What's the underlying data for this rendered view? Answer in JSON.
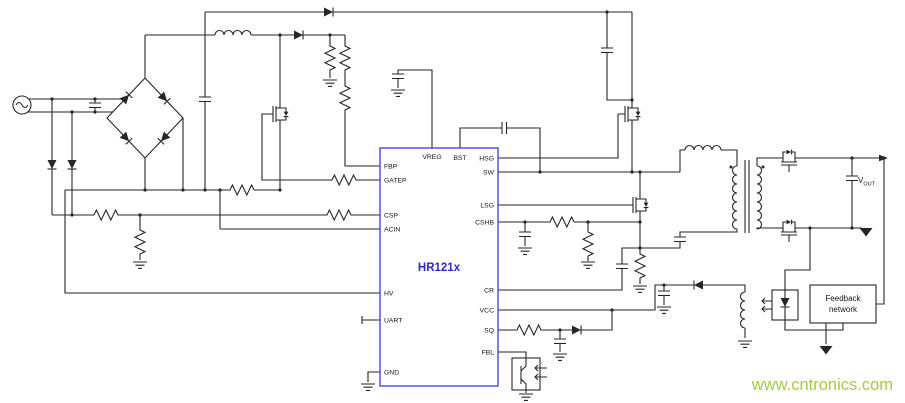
{
  "ic": {
    "name": "HR121x",
    "pin_top": "VREG",
    "pin_bst": "BST",
    "pins_left": [
      "FBP",
      "GATEP",
      "CSP",
      "ACIN",
      "HV",
      "UART",
      "GND"
    ],
    "pins_right": [
      "HSG",
      "SW",
      "LSG",
      "CSHB",
      "CR",
      "VCC",
      "SQ",
      "FBL"
    ]
  },
  "labels": {
    "vout_main": "V",
    "vout_sub": "OUT",
    "feedback_line1": "Feedback",
    "feedback_line2": "network"
  },
  "watermark": "www.cntronics.com",
  "colors": {
    "wire": "#262626",
    "ic_border": "#4646e0",
    "ic_text": "#2b2bd0",
    "watermark": "#a4cc3f"
  }
}
